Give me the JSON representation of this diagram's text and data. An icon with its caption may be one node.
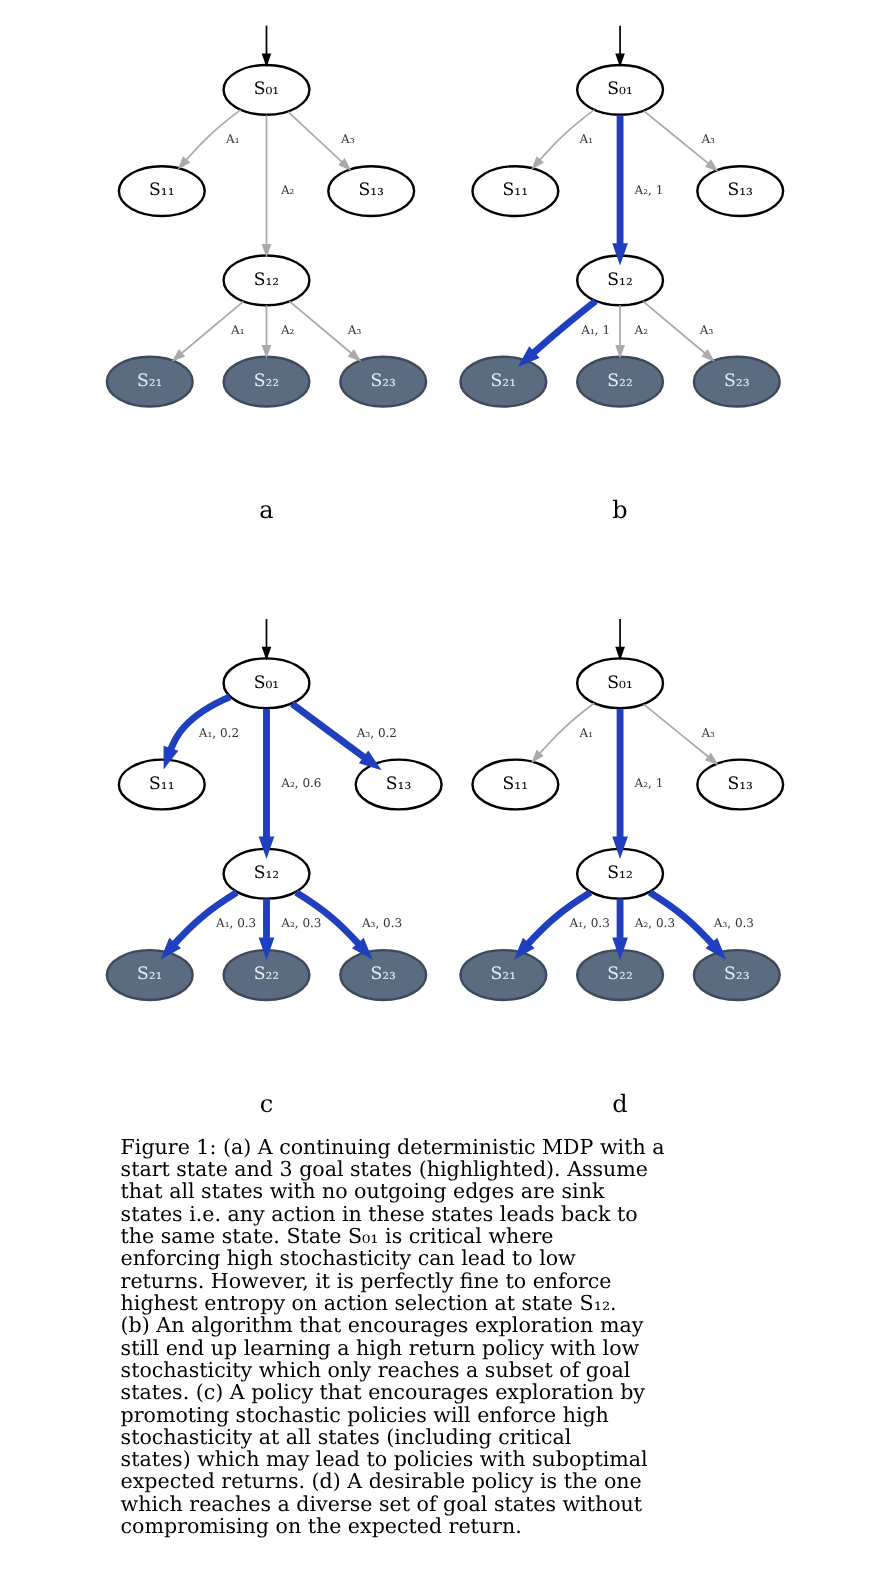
{
  "diagram": {
    "caption": "Figure 1: (a) A continuing deterministic MDP with a start state and 3 goal states (highlighted). Assume that all states with no outgoing edges are sink states i.e. any action in these states leads back to the same state. State S₀₁ is critical where enforcing high stochasticity can lead to low returns. However, it is perfectly fine to enforce highest entropy on action selection at state S₁₂. (b) An algorithm that encourages exploration may still end up learning a high return policy with low stochasticity which only reaches a subset of goal states. (c) A policy that encourages exploration by promoting stochastic policies will enforce high stochasticity at all states (including critical states) which may lead to policies with suboptimal expected returns. (d) A desirable policy is the one which reaches a diverse set of goal states without compromising on the expected return.",
    "nodes": [
      {
        "text": [
          "S₀₁"
        ]
      },
      {
        "text": [
          "S₁₁"
        ]
      },
      {
        "text": [
          "S₁₃"
        ]
      },
      {
        "text": [
          "S₁₂"
        ]
      },
      {
        "text": [
          "S₂₁"
        ]
      },
      {
        "text": [
          "S₂₃"
        ]
      },
      {
        "text": [
          "S₂₂"
        ]
      },
      {
        "text": [
          "S₀₁"
        ]
      },
      {
        "text": [
          "S₁₁"
        ]
      },
      {
        "text": [
          "S₁₃"
        ]
      },
      {
        "text": [
          "S₁₂"
        ]
      },
      {
        "text": [
          "S₂₁"
        ]
      },
      {
        "text": [
          "S₂₃"
        ]
      },
      {
        "text": [
          "S₂₂"
        ]
      },
      {
        "text": [
          "S₀₁"
        ]
      },
      {
        "text": [
          "S₁₁"
        ]
      },
      {
        "text": [
          "S₁₃"
        ]
      },
      {
        "text": [
          "S₁₂"
        ]
      },
      {
        "text": [
          "S₂₁"
        ]
      },
      {
        "text": [
          "S₂₃"
        ]
      },
      {
        "text": [
          "S₂₂"
        ]
      },
      {
        "text": [
          "S₀₁"
        ]
      },
      {
        "text": [
          "S₁₁"
        ]
      },
      {
        "text": [
          "S₁₃"
        ]
      },
      {
        "text": [
          "S₁₂"
        ]
      },
      {
        "text": [
          "S₂₁"
        ]
      },
      {
        "text": [
          "S₂₃"
        ]
      },
      {
        "text": [
          "S₂₂"
        ]
      }
    ],
    "edges": [
      {
        "from": null,
        "to": 0,
        "arrow": "to",
        "color": "#000000"
      },
      {
        "from": 0,
        "to": 1,
        "arrow": "to",
        "label": "A₁",
        "color": "#aaaaaa"
      },
      {
        "from": 0,
        "to": 3,
        "arrow": "to",
        "label": "A₂",
        "color": "#aaaaaa"
      },
      {
        "from": 0,
        "to": 2,
        "arrow": "to",
        "label": "A₃",
        "color": "#aaaaaa"
      },
      {
        "from": 3,
        "to": 4,
        "arrow": "to",
        "label": "A₁",
        "color": "#aaaaaa"
      },
      {
        "from": 3,
        "to": 6,
        "arrow": "to",
        "label": "A₂",
        "color": "#aaaaaa"
      },
      {
        "from": 3,
        "to": 5,
        "arrow": "to",
        "label": "A₃",
        "color": "#aaaaaa"
      },
      {
        "from": null,
        "to": 7,
        "arrow": "to",
        "color": "#000000"
      },
      {
        "from": 7,
        "to": 8,
        "arrow": "to",
        "label": "A₁",
        "color": "#aaaaaa"
      },
      {
        "from": 7,
        "to": 10,
        "arrow": "to",
        "label": "A₂, 1",
        "style": "thick",
        "color": "#1f3fbf"
      },
      {
        "from": 7,
        "to": 9,
        "arrow": "to",
        "label": "A₃",
        "color": "#aaaaaa"
      },
      {
        "from": 10,
        "to": 11,
        "arrow": "to",
        "label": "A₁, 1",
        "style": "thick",
        "color": "#1f3fbf"
      },
      {
        "from": 10,
        "to": 13,
        "arrow": "to",
        "label": "A₂",
        "color": "#aaaaaa"
      },
      {
        "from": 10,
        "to": 12,
        "arrow": "to",
        "label": "A₃",
        "color": "#aaaaaa"
      },
      {
        "from": null,
        "to": 14,
        "arrow": "to",
        "color": "#000000"
      },
      {
        "from": 14,
        "to": 15,
        "arrow": "to",
        "label": "A₁, 0.2",
        "style": "thick",
        "color": "#1f3fbf"
      },
      {
        "from": 14,
        "to": 17,
        "arrow": "to",
        "label": "A₂, 0.6",
        "style": "thick",
        "color": "#1f3fbf"
      },
      {
        "from": 14,
        "to": 16,
        "arrow": "to",
        "label": "A₃, 0.2",
        "style": "thick",
        "color": "#1f3fbf"
      },
      {
        "from": 17,
        "to": 18,
        "arrow": "to",
        "label": "A₁, 0.3",
        "style": "thick",
        "color": "#1f3fbf"
      },
      {
        "from": 17,
        "to": 20,
        "arrow": "to",
        "label": "A₂, 0.3",
        "style": "thick",
        "color": "#1f3fbf"
      },
      {
        "from": 17,
        "to": 19,
        "arrow": "to",
        "label": "A₃, 0.3",
        "style": "thick",
        "color": "#1f3fbf"
      },
      {
        "from": null,
        "to": 21,
        "arrow": "to",
        "color": "#000000"
      },
      {
        "from": 21,
        "to": 22,
        "arrow": "to",
        "label": "A₁",
        "color": "#aaaaaa"
      },
      {
        "from": 21,
        "to": 24,
        "arrow": "to",
        "label": "A₂, 1",
        "style": "thick",
        "color": "#1f3fbf"
      },
      {
        "from": 21,
        "to": 23,
        "arrow": "to",
        "label": "A₃",
        "color": "#aaaaaa"
      },
      {
        "from": 24,
        "to": 25,
        "arrow": "to",
        "label": "A₁, 0.3",
        "style": "thick",
        "color": "#1f3fbf"
      },
      {
        "from": 24,
        "to": 27,
        "arrow": "to",
        "label": "A₂, 0.3",
        "style": "thick",
        "color": "#1f3fbf"
      },
      {
        "from": 24,
        "to": 26,
        "arrow": "to",
        "label": "A₃, 0.3",
        "style": "thick",
        "color": "#1f3fbf"
      }
    ],
    "labels": [
      "a",
      "b",
      "c",
      "d"
    ]
  }
}
